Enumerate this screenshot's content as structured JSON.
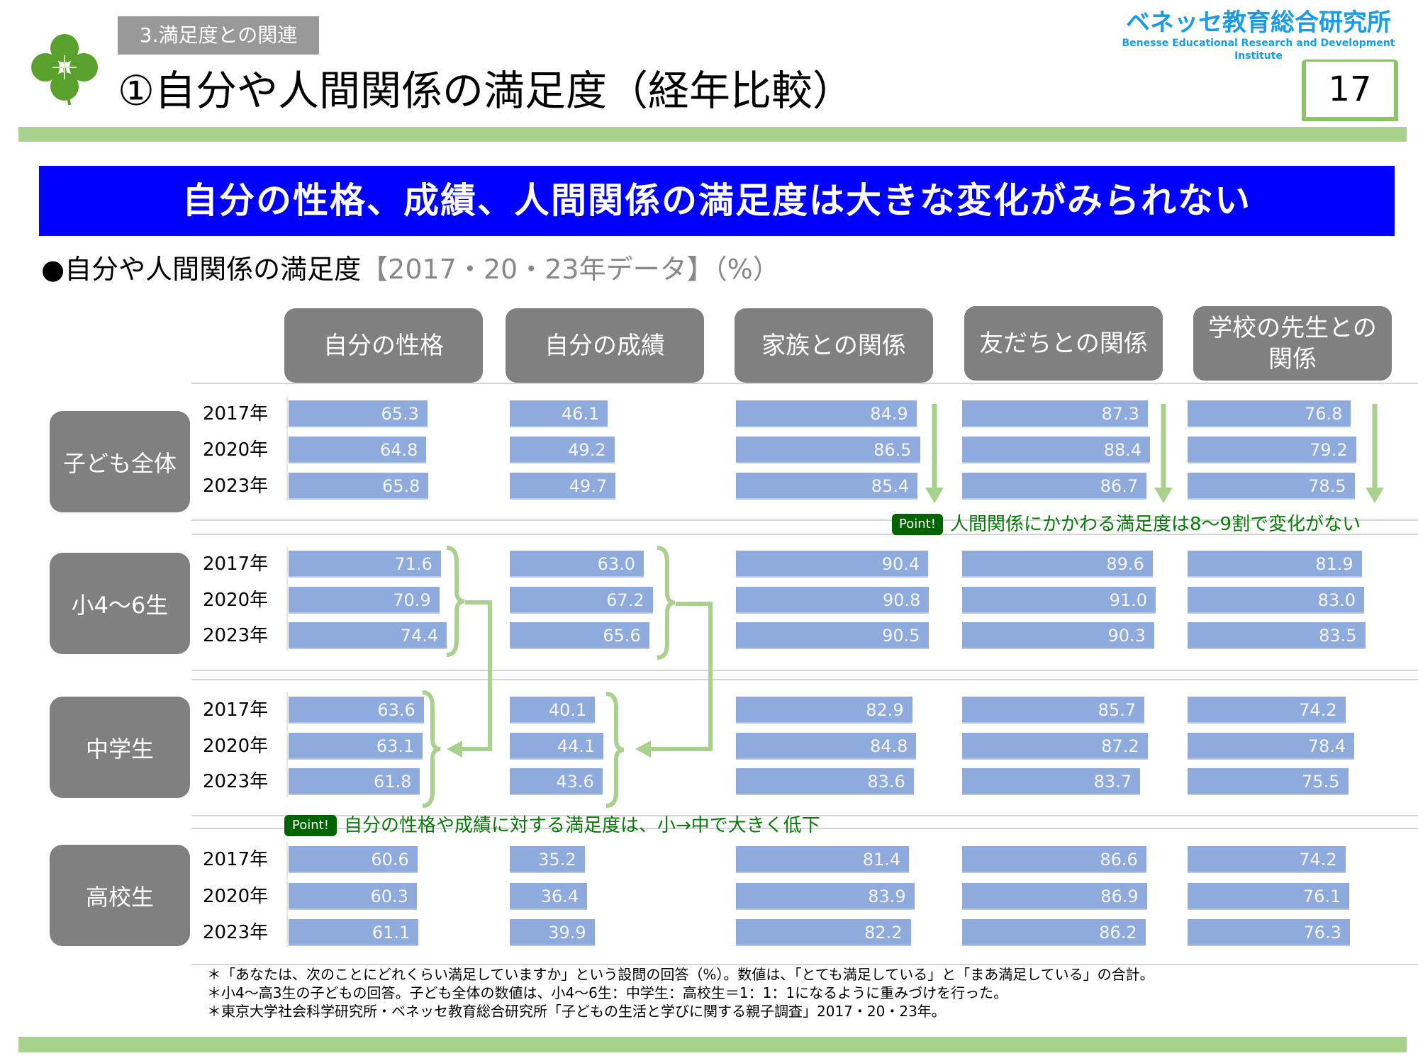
{
  "header": {
    "section_tag": "3.満足度との関連",
    "title": "①自分や人間関係の満足度（経年比較）",
    "brand_jp": "ベネッセ教育総合研究所",
    "brand_en": "Benesse Educational Research and Development Institute",
    "page_number": "17"
  },
  "banner": "自分の性格、成績、人間関係の満足度は大きな変化がみられない",
  "subtitle": {
    "main": "●自分や人間関係の満足度",
    "note": "【2017・20・23年データ】（%）"
  },
  "points": [
    {
      "badge": "Point!",
      "text": "人間関係にかかわる満足度は8〜9割で変化がない"
    },
    {
      "badge": "Point!",
      "text": "自分の性格や成績に対する満足度は、小→中で大きく低下"
    }
  ],
  "footnotes": [
    "＊「あなたは、次のことにどれくらい満足していますか」という設問の回答（%）。数値は、「とても満足している」と「まあ満足している」の合計。",
    "＊小4〜高3生の子どもの回答。子ども全体の数値は、小4〜6生：中学生：高校生＝1：1：1になるように重みづけを行った。",
    "＊東京大学社会科学研究所・ベネッセ教育総合研究所「子どもの生活と学びに関する親子調査」2017・20・23年。"
  ],
  "colors": {
    "bar": "#8faadc",
    "banner": "#0000ff",
    "accent_green": "#a9d18e",
    "point_green": "#006400"
  },
  "chart_data": {
    "type": "bar",
    "orientation": "horizontal",
    "unit": "%",
    "title": "自分や人間関係の満足度",
    "categories": [
      "自分の性格",
      "自分の成績",
      "家族との関係",
      "友だちとの関係",
      "学校の先生との関係"
    ],
    "xlim": [
      0,
      100
    ],
    "grid": false,
    "groups": [
      {
        "label": "子ども全体",
        "rows": [
          {
            "year": "2017年",
            "values": [
              65.3,
              46.1,
              84.9,
              87.3,
              76.8
            ]
          },
          {
            "year": "2020年",
            "values": [
              64.8,
              49.2,
              86.5,
              88.4,
              79.2
            ]
          },
          {
            "year": "2023年",
            "values": [
              65.8,
              49.7,
              85.4,
              86.7,
              78.5
            ]
          }
        ]
      },
      {
        "label": "小4〜6生",
        "rows": [
          {
            "year": "2017年",
            "values": [
              71.6,
              63.0,
              90.4,
              89.6,
              81.9
            ]
          },
          {
            "year": "2020年",
            "values": [
              70.9,
              67.2,
              90.8,
              91.0,
              83.0
            ]
          },
          {
            "year": "2023年",
            "values": [
              74.4,
              65.6,
              90.5,
              90.3,
              83.5
            ]
          }
        ]
      },
      {
        "label": "中学生",
        "rows": [
          {
            "year": "2017年",
            "values": [
              63.6,
              40.1,
              82.9,
              85.7,
              74.2
            ]
          },
          {
            "year": "2020年",
            "values": [
              63.1,
              44.1,
              84.8,
              87.2,
              78.4
            ]
          },
          {
            "year": "2023年",
            "values": [
              61.8,
              43.6,
              83.6,
              83.7,
              75.5
            ]
          }
        ]
      },
      {
        "label": "高校生",
        "rows": [
          {
            "year": "2017年",
            "values": [
              60.6,
              35.2,
              81.4,
              86.6,
              74.2
            ]
          },
          {
            "year": "2020年",
            "values": [
              60.3,
              36.4,
              83.9,
              86.9,
              76.1
            ]
          },
          {
            "year": "2023年",
            "values": [
              61.1,
              39.9,
              82.2,
              86.2,
              76.3
            ]
          }
        ]
      }
    ]
  }
}
